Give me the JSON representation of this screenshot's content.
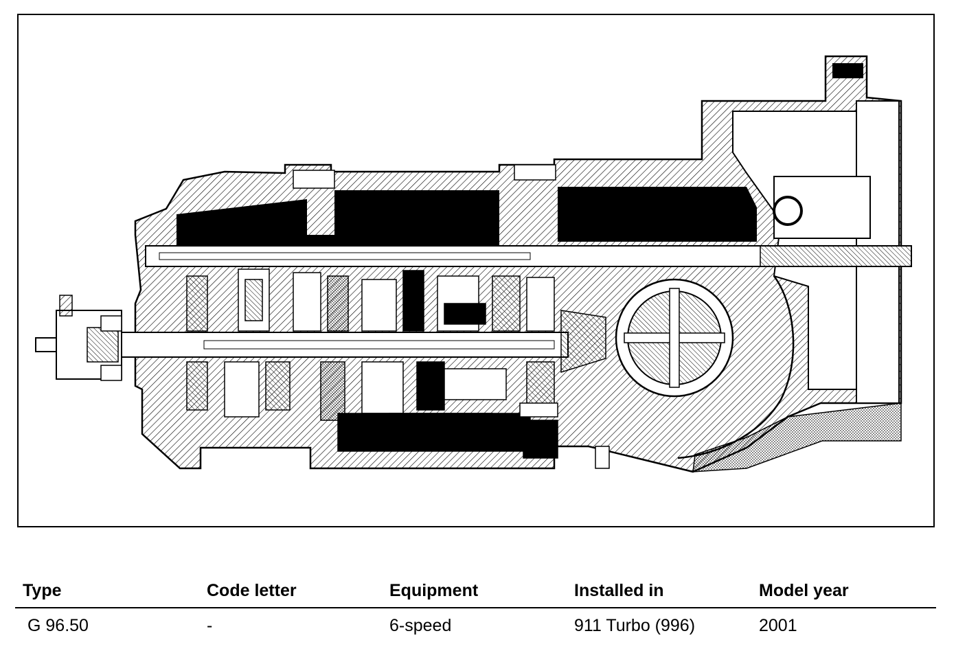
{
  "figure": {
    "subject": "transmission-cross-section-drawing"
  },
  "table": {
    "headers": [
      "Type",
      "Code letter",
      "Equipment",
      "Installed in",
      "Model year"
    ],
    "rows": [
      [
        "G 96.50",
        "-",
        "6-speed",
        "911 Turbo (996)",
        "2001"
      ]
    ]
  }
}
